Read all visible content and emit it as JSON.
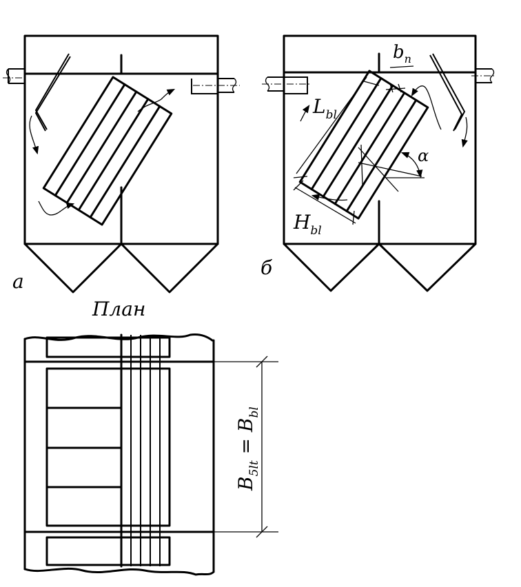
{
  "labels": {
    "a": "а",
    "b": "б",
    "plan": "План",
    "L_bl_main": "L",
    "L_bl_sub": "bl",
    "H_bl_main": "H",
    "H_bl_sub": "bl",
    "b_n_main": "b",
    "b_n_sub": "n",
    "alpha": "α",
    "B_main": "B",
    "B_sub": "5lt",
    "equals": " = B",
    "B2_sub": "bl"
  }
}
